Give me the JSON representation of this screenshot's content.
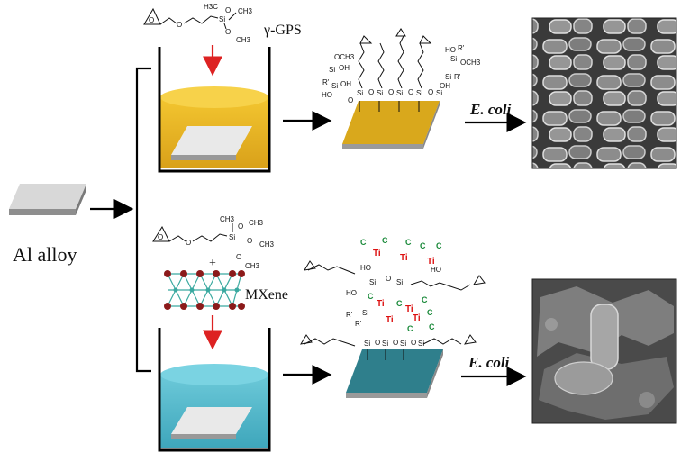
{
  "start_label": "Al alloy",
  "top_branch": {
    "reagent_label": "γ-GPS",
    "reagent_atoms": {
      "si": "Si",
      "o": "O",
      "ch3": "CH3",
      "h3c": "H3C"
    },
    "bacteria_label": "E. coli",
    "colors": {
      "solution": "#e8b21a",
      "substrate": "#d9a81c"
    }
  },
  "bottom_branch": {
    "plus_label": "+",
    "mxene_label": "MXene",
    "bacteria_label": "E. coli",
    "atoms": {
      "ti": "Ti",
      "c": "C",
      "si": "Si",
      "ho": "HO",
      "r": "R'",
      "o": "O"
    },
    "colors": {
      "solution": "#4fb6c9",
      "substrate": "#2f7f8c",
      "ti": "#d11111",
      "c": "#1a8a3a",
      "mxene_ball": "#8b1a1a",
      "mxene_link": "#3aa9a0"
    }
  }
}
